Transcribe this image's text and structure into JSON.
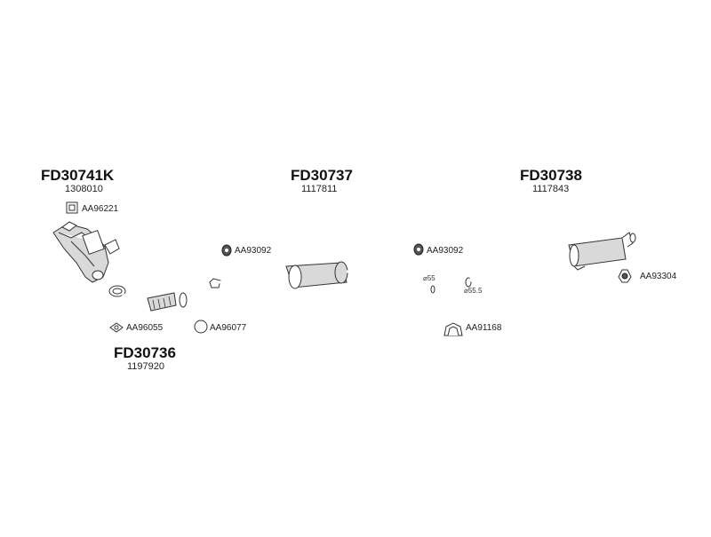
{
  "parts": {
    "catalyst": {
      "code": "FD30741K",
      "oem": "1308010"
    },
    "front_pipe": {
      "code": "FD30736",
      "oem": "1197920"
    },
    "middle_silencer": {
      "code": "FD30737",
      "oem": "1117811"
    },
    "rear_silencer": {
      "code": "FD30738",
      "oem": "1117843"
    }
  },
  "accessories": {
    "gasket_catalyst": "AA96221",
    "gasket_front": "AA96055",
    "ring_front": "AA96077",
    "hanger_middle_left": "AA93092",
    "hanger_middle_right": "AA93092",
    "clamp_middle": "AA91168",
    "hanger_rear": "AA93304"
  },
  "dimensions": {
    "middle_outlet": "⌀55",
    "rear_inlet": "⌀55.5"
  }
}
